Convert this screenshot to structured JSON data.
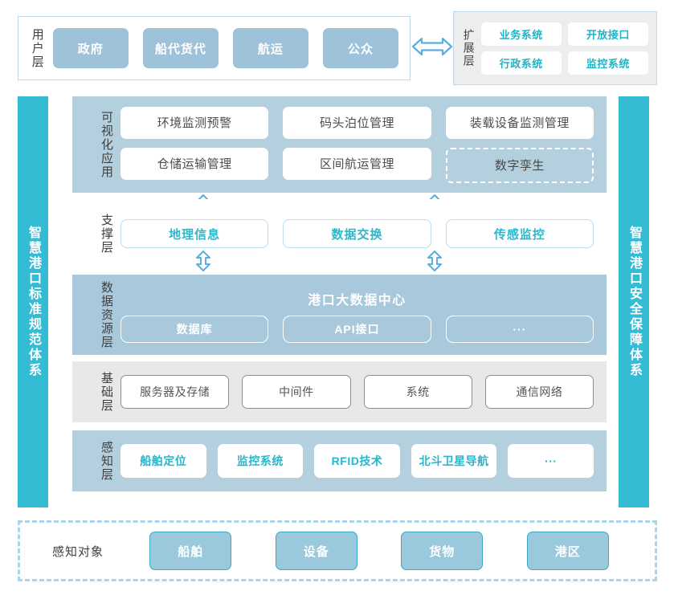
{
  "user_layer": {
    "label": "用户层",
    "boxes": [
      {
        "label": "政府"
      },
      {
        "label": "船代货代"
      },
      {
        "label": "航运"
      },
      {
        "label": "公众"
      }
    ]
  },
  "connector": {
    "horizontal_arrow": "double-headed-horizontal-arrow",
    "color": "#5aaee0"
  },
  "extension_layer": {
    "label": "扩展层",
    "boxes": [
      {
        "label": "业务系统"
      },
      {
        "label": "开放接口"
      },
      {
        "label": "行政系统"
      },
      {
        "label": "监控系统"
      }
    ]
  },
  "pillars": {
    "left": {
      "label": "智慧港口标准规范体系"
    },
    "right": {
      "label": "智慧港口安全保障体系"
    }
  },
  "layers": {
    "visualization": {
      "label": "可视化应用",
      "boxes": [
        {
          "label": "环境监测预警",
          "style": "solid"
        },
        {
          "label": "码头泊位管理",
          "style": "solid"
        },
        {
          "label": "装载设备监测管理",
          "style": "solid"
        },
        {
          "label": "仓储运输管理",
          "style": "solid"
        },
        {
          "label": "区间航运管理",
          "style": "solid"
        },
        {
          "label": "数字孪生",
          "style": "dashed"
        }
      ]
    },
    "support": {
      "label": "支撑层",
      "boxes": [
        {
          "label": "地理信息"
        },
        {
          "label": "数据交换"
        },
        {
          "label": "传感监控"
        }
      ]
    },
    "data_resource": {
      "label": "数据资源层",
      "title": "港口大数据中心",
      "boxes": [
        {
          "label": "数据库"
        },
        {
          "label": "API接口"
        },
        {
          "label": "···"
        }
      ]
    },
    "infrastructure": {
      "label": "基础层",
      "boxes": [
        {
          "label": "服务器及存储"
        },
        {
          "label": "中间件"
        },
        {
          "label": "系统"
        },
        {
          "label": "通信网络"
        }
      ]
    },
    "perception": {
      "label": "感知层",
      "boxes": [
        {
          "label": "船舶定位"
        },
        {
          "label": "监控系统"
        },
        {
          "label": "RFID技术"
        },
        {
          "label": "北斗卫星导航"
        },
        {
          "label": "···"
        }
      ]
    }
  },
  "sense_object": {
    "label": "感知对象",
    "boxes": [
      {
        "label": "船舶"
      },
      {
        "label": "设备"
      },
      {
        "label": "货物"
      },
      {
        "label": "港区"
      }
    ]
  },
  "colors": {
    "teal": "#34bcd4",
    "layer_blue": "#b4cfde",
    "data_blue": "#a8c8dc",
    "base_gray": "#e8e8e8",
    "box_blue": "#9dc2da",
    "arrow_blue": "#5aaee0",
    "accent_text": "#2bb8cd"
  }
}
